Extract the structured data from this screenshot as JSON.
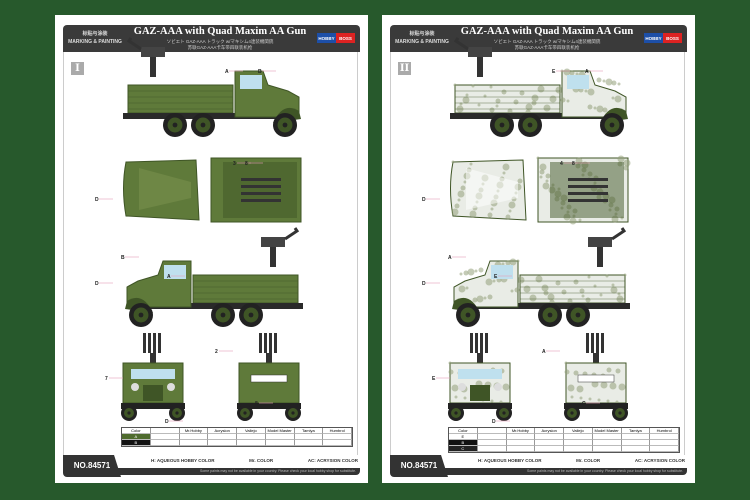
{
  "document": {
    "title": "GAZ-AAA with Quad Maxim AA Gun",
    "subtitle_jp": "ソビエト GAZ-AAA トラック w/マキシム4連装機関銃",
    "subtitle_cn": "苏联GAZ-AAA卡车带四联装机枪",
    "section_cn": "标贴与涂装",
    "section_en": "MARKING & PAINTING",
    "logo": {
      "left": "HOBBY",
      "right": "BOSS"
    },
    "product_no": "NO.84571",
    "legend": [
      "H: AQUEOUS HOBBY COLOR",
      "Mr. COLOR",
      "AC: ACRYSION COLOR"
    ],
    "footer_note": "Some paints may not be available in your country. Please check your local hobby shop for substitute."
  },
  "pages": [
    {
      "scheme_number": "I",
      "colors": {
        "body": "#5f7a3a",
        "dark": "#3f5526",
        "light": "#7d9450",
        "camo": null
      },
      "table_headers": [
        "Color",
        "Mr.Hobby",
        "Acrysion",
        "Vallejo",
        "Model Master",
        "Tamiya",
        "Humbrol"
      ],
      "table_colors": [
        {
          "code": "A",
          "swatch": "#4f6b2e"
        },
        {
          "code": "B",
          "swatch": "#111111"
        }
      ],
      "callouts": [
        "A",
        "B",
        "3",
        "8",
        "D",
        "A",
        "B",
        "D",
        "8",
        "2",
        "7",
        "D"
      ]
    },
    {
      "scheme_number": "II",
      "colors": {
        "body": "#e9ece6",
        "dark": "#3f5526",
        "light": "#ffffff",
        "camo": "#93a07a"
      },
      "table_headers": [
        "Color",
        "Mr.Hobby",
        "Acrysion",
        "Vallejo",
        "Model Master",
        "Tamiya",
        "Humbrol"
      ],
      "table_colors": [
        {
          "code": "E",
          "swatch": "#ffffff"
        },
        {
          "code": "B",
          "swatch": "#111111"
        },
        {
          "code": "C",
          "swatch": "#222222"
        }
      ],
      "callouts": [
        "E",
        "A",
        "4",
        "8",
        "D",
        "E",
        "A",
        "D",
        "C",
        "A",
        "E",
        "D"
      ]
    }
  ]
}
